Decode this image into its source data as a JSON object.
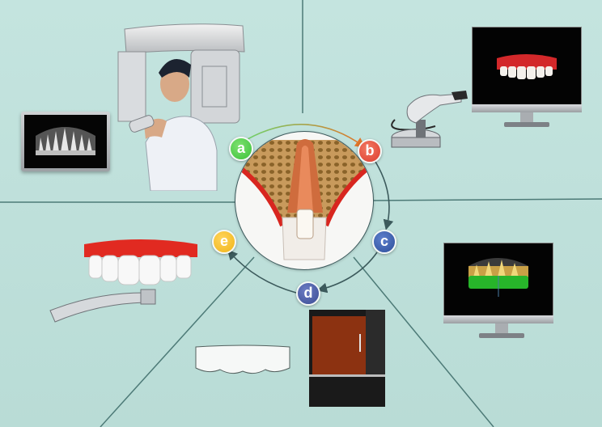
{
  "figure": {
    "title": "",
    "description": "Digital dental workflow cycle around a central tooth/bone cross-section",
    "background_color": "#bfe1dc",
    "divider_color": "#4d7a77"
  },
  "center": {
    "name": "tooth-cross-section",
    "circle_fill": "#f7f7f5",
    "bone_color": "#a97b43",
    "gum_color": "#d8261f"
  },
  "steps": [
    {
      "id": "a",
      "label": "a",
      "color": "#3cc23a",
      "panel": "CBCT scan (patient in panoramic X-ray unit, X-ray image on tablet)"
    },
    {
      "id": "b",
      "label": "b",
      "color": "#dd3b2e",
      "panel": "Intraoral scanner with 3D gum/teeth model on monitor"
    },
    {
      "id": "c",
      "label": "c",
      "color": "#2d4e9a",
      "panel": "Digital design: merged CBCT and scan on monitor"
    },
    {
      "id": "d",
      "label": "d",
      "color": "#3b4c93",
      "panel": "3D printing of surgical guide / restoration"
    },
    {
      "id": "e",
      "label": "e",
      "color": "#f0b418",
      "panel": "Guided surgery with handpiece and printed guide"
    }
  ],
  "panels": {
    "top_left": {
      "name": "cbct-scan-panel",
      "tablet_screen": "x-ray-teeth"
    },
    "top_right": {
      "name": "intraoral-scan-panel",
      "monitor_screen": "red-gum-teeth-model"
    },
    "right": {
      "name": "digital-design-panel",
      "monitor_screen": "green-yellow-teeth-overlay"
    },
    "bottom": {
      "name": "3d-print-panel",
      "items": [
        "printed-guide",
        "3d-printer"
      ]
    },
    "left": {
      "name": "surgery-panel",
      "items": [
        "gum-teeth-model",
        "dental-handpiece"
      ]
    }
  }
}
